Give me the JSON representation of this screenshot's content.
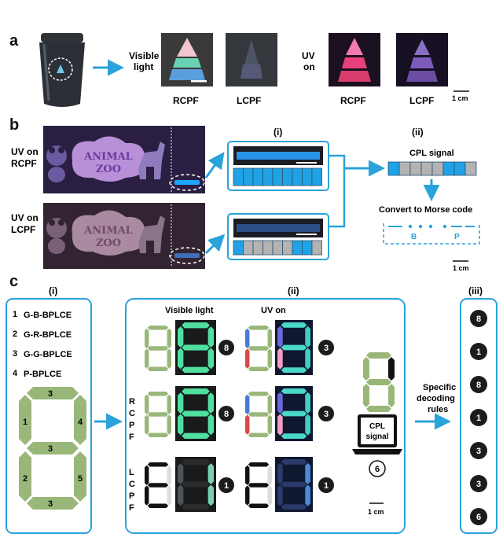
{
  "panel_a": {
    "label": "a",
    "visible_light": [
      "Visible",
      "light"
    ],
    "uv_on": [
      "UV",
      "on"
    ],
    "captions": [
      "RCPF",
      "LCPF",
      "RCPF",
      "LCPF"
    ],
    "scale": "1 cm"
  },
  "panel_b": {
    "label": "b",
    "row_labels": [
      [
        "UV on",
        "RCPF"
      ],
      [
        "UV on",
        "LCPF"
      ]
    ],
    "sign_lines": [
      "ANIMAL",
      "ZOO"
    ],
    "sub_i": "(i)",
    "sub_ii": "(ii)",
    "cpl_signal": "CPL signal",
    "convert": "Convert to Morse code",
    "morse_letters": [
      "B",
      "P"
    ],
    "scale": "1 cm",
    "code_top": [
      1,
      1,
      1,
      1,
      1,
      1,
      1,
      1,
      1
    ],
    "code_bottom": [
      1,
      0,
      0,
      0,
      0,
      0,
      1,
      1,
      0
    ],
    "code_signal": [
      1,
      0,
      0,
      0,
      0,
      1,
      1,
      0
    ]
  },
  "panel_c": {
    "label": "c",
    "sub_i": "(i)",
    "sub_ii": "(ii)",
    "sub_iii": "(iii)",
    "materials": [
      {
        "n": "1",
        "name": "G-B-BPLCE"
      },
      {
        "n": "2",
        "name": "G-R-BPLCE"
      },
      {
        "n": "3",
        "name": "G-G-BPLCE"
      },
      {
        "n": "4",
        "name": "P-BPLCE"
      }
    ],
    "segment_numbers": [
      "3",
      "1",
      "4",
      "3",
      "2",
      "5",
      "3"
    ],
    "visible_light": "Visible light",
    "uv_on": "UV on",
    "rcpf": [
      "R",
      "C",
      "P",
      "F"
    ],
    "lcpf": [
      "L",
      "C",
      "P",
      "F"
    ],
    "row_values": [
      [
        "8",
        "3"
      ],
      [
        "8",
        "3"
      ],
      [
        "1",
        "1"
      ]
    ],
    "laptop_text": [
      "CPL",
      "signal"
    ],
    "laptop_value": "6",
    "scale": "1 cm",
    "decoding": [
      "Specific",
      "decoding",
      "rules"
    ],
    "sequence": [
      "8",
      "1",
      "8",
      "1",
      "3",
      "3",
      "6"
    ]
  },
  "colors": {
    "accent": "#29a3d9",
    "code_blue": "#1fa3e6",
    "code_gray": "#b3b3b3",
    "segment_green": "#9ab77a",
    "badge": "#1c1c1c"
  }
}
